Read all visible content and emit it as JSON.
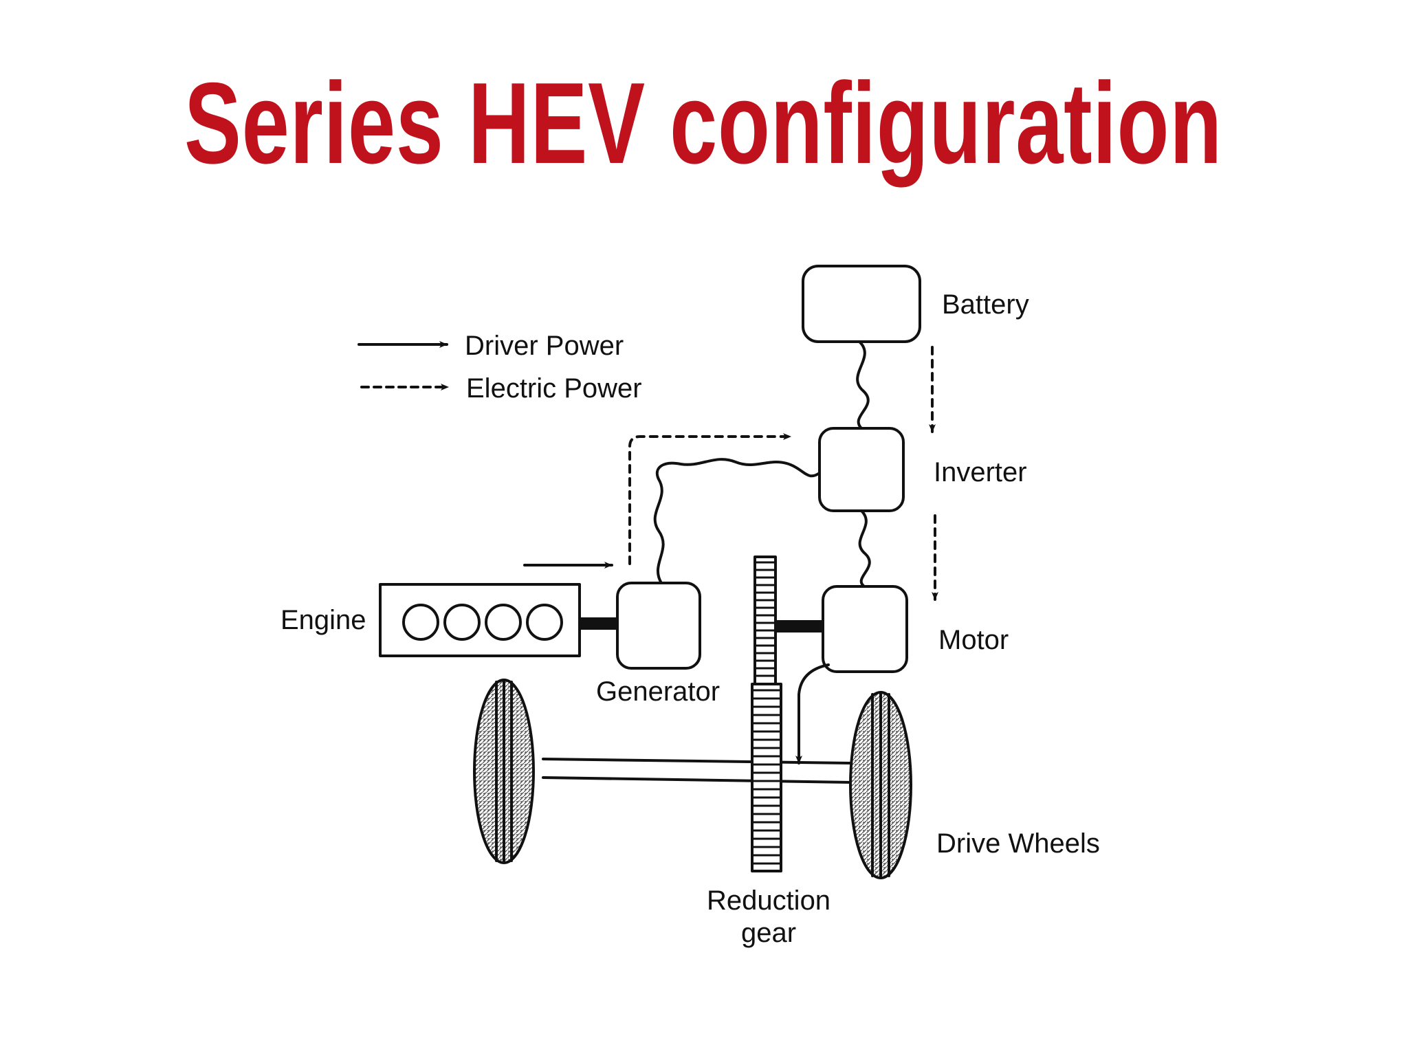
{
  "title": "Series HEV configuration",
  "colors": {
    "title": "#c0121c",
    "ink": "#111111"
  },
  "legend": {
    "driver_power": "Driver Power",
    "electric_power": "Electric Power"
  },
  "components": {
    "battery": "Battery",
    "inverter": "Inverter",
    "motor": "Motor",
    "engine": "Engine",
    "generator": "Generator",
    "drive_wheels": "Drive Wheels",
    "reduction_gear_line1": "Reduction",
    "reduction_gear_line2": "gear"
  }
}
